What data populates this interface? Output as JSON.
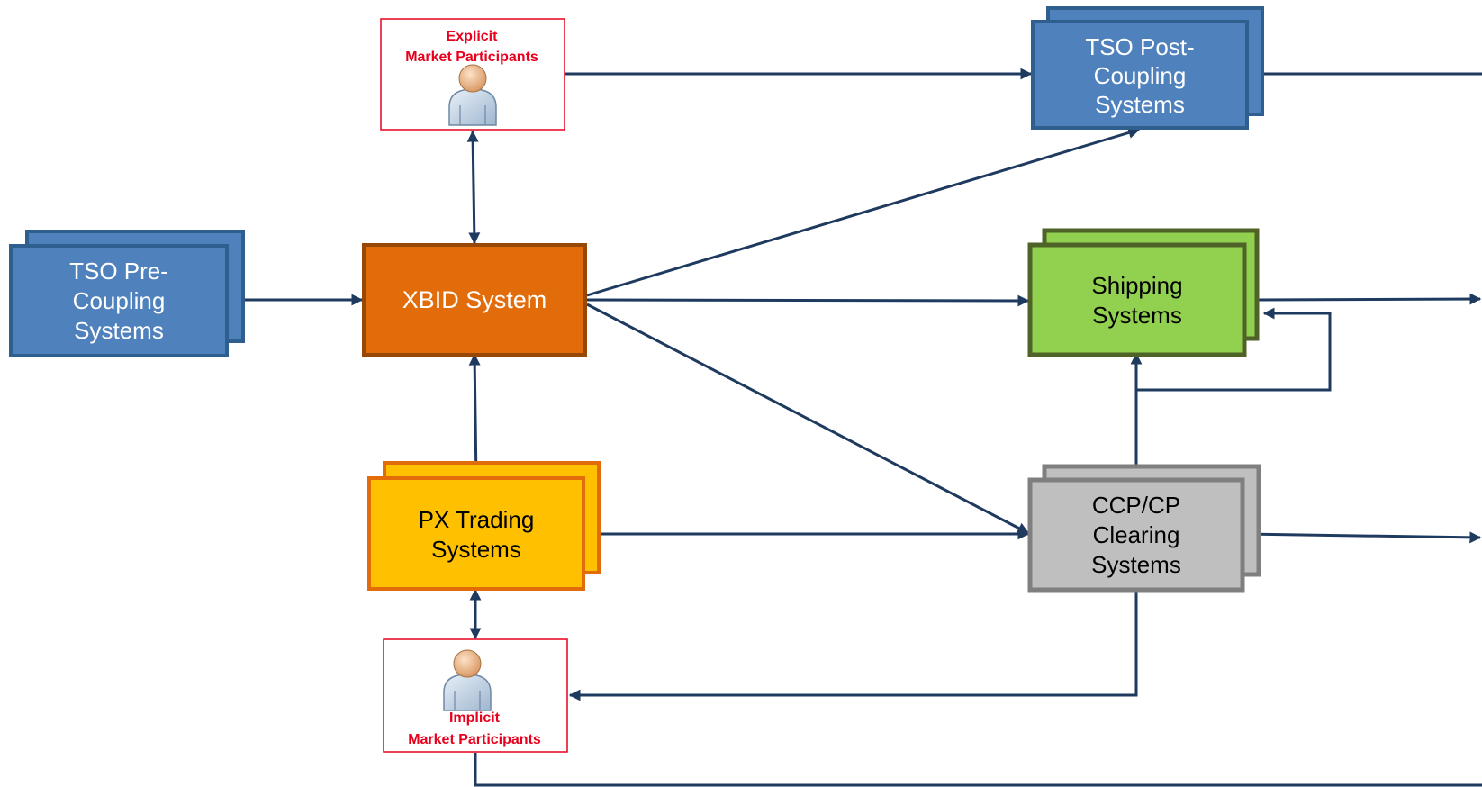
{
  "nodes": {
    "tso_pre": {
      "lines": [
        "TSO Pre-",
        "Coupling",
        "Systems"
      ]
    },
    "xbid": {
      "lines": [
        "XBID System"
      ]
    },
    "px_trading": {
      "lines": [
        "PX Trading",
        "Systems"
      ]
    },
    "tso_post": {
      "lines": [
        "TSO Post-",
        "Coupling",
        "Systems"
      ]
    },
    "shipping": {
      "lines": [
        "Shipping",
        "Systems"
      ]
    },
    "ccp": {
      "lines": [
        "CCP/CP",
        "Clearing",
        "Systems"
      ]
    },
    "explicit_participants": {
      "lines": [
        "Explicit",
        "Market Participants"
      ]
    },
    "implicit_participants": {
      "lines": [
        "Implicit",
        "Market Participants"
      ]
    }
  },
  "colors": {
    "tso_fill": "#4f81bd",
    "tso_border": "#2f5f8f",
    "xbid_fill": "#e36c0a",
    "xbid_border": "#974806",
    "px_fill": "#ffc000",
    "px_border": "#e36c0a",
    "shipping_fill": "#92d050",
    "shipping_border": "#4f6228",
    "ccp_fill": "#bfbfbf",
    "ccp_border": "#7f7f7f",
    "connector": "#1f3a5f",
    "participant_text": "#e8001c",
    "participant_border": "#e8001c"
  }
}
